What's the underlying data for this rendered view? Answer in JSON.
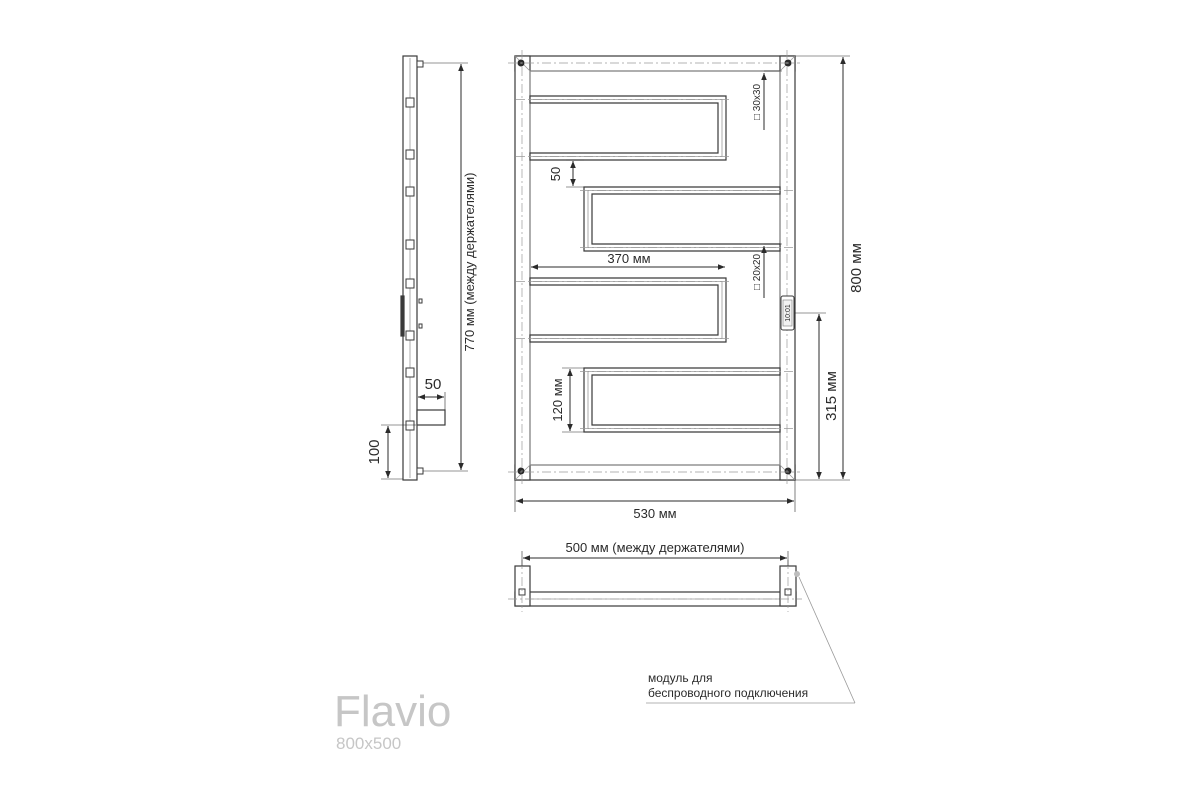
{
  "dimensions": {
    "side_height": "770 мм (между держателями)",
    "side_offset": "50",
    "side_bottom": "100",
    "profile_main": "30x30",
    "profile_bar": "20x20",
    "bar_gap": "50",
    "bar_length": "370 мм",
    "bar_height": "120 мм",
    "overall_height": "800 мм",
    "module_height": "315 мм",
    "overall_width": "530 мм",
    "holder_spacing": "500 мм (между держателями)"
  },
  "module_note": {
    "line1": "модуль для",
    "line2": "беспроводного подключения"
  },
  "module_label": "10:01",
  "brand": {
    "name": "Flavio",
    "size": "800x500"
  }
}
